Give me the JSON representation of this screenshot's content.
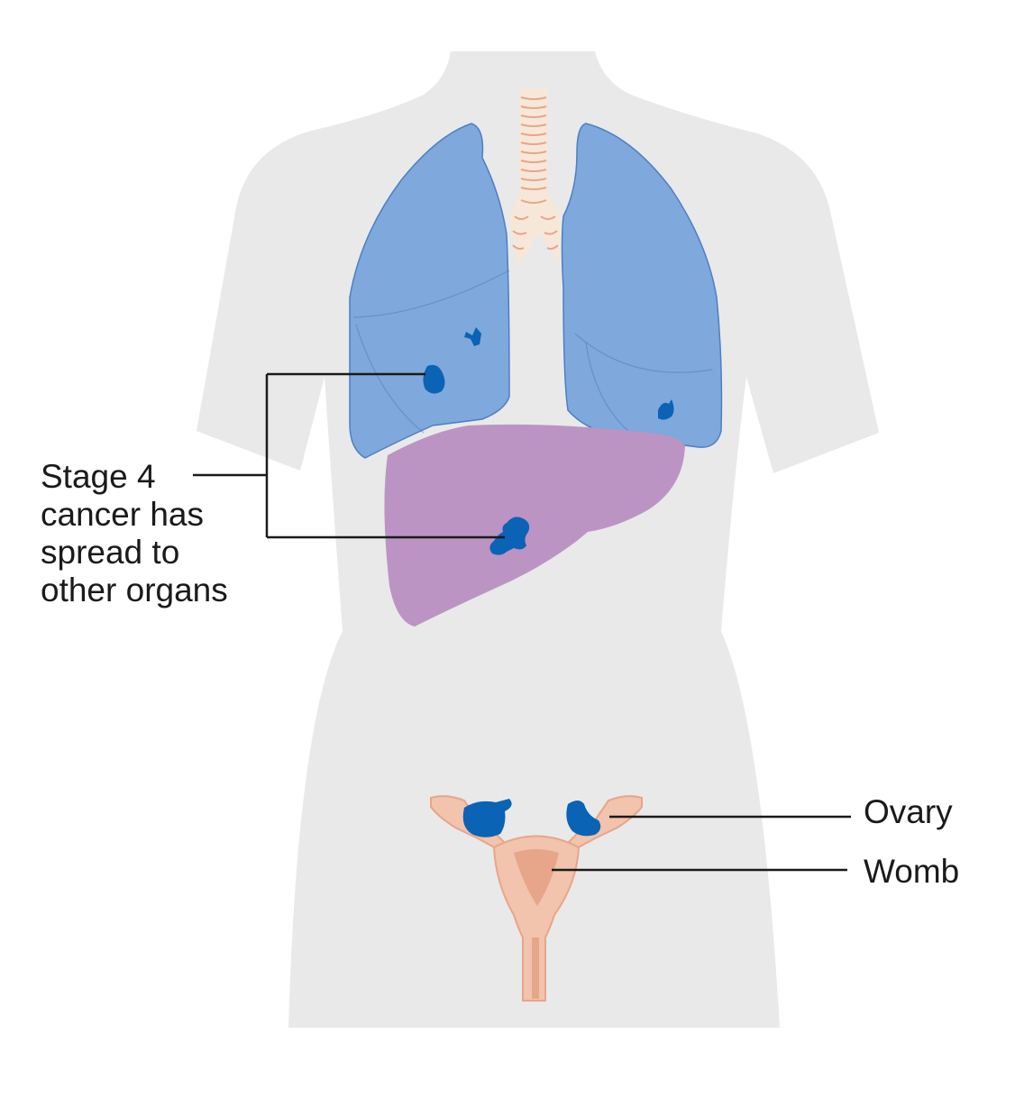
{
  "labels": {
    "stage_lines": [
      "Stage 4",
      "cancer has",
      "spread to",
      "other organs"
    ],
    "ovary": "Ovary",
    "womb": "Womb"
  },
  "colors": {
    "body": "#e9e9ea",
    "lung": "#7fa8dc",
    "lung_outline": "#4d7fc4",
    "liver": "#bb94c4",
    "tumour": "#0a63b5",
    "trachea": "#f7e7d9",
    "reproductive": "#f2c3ad",
    "reproductive_dark": "#e7a58a",
    "leader_line": "#1a1a1a"
  }
}
